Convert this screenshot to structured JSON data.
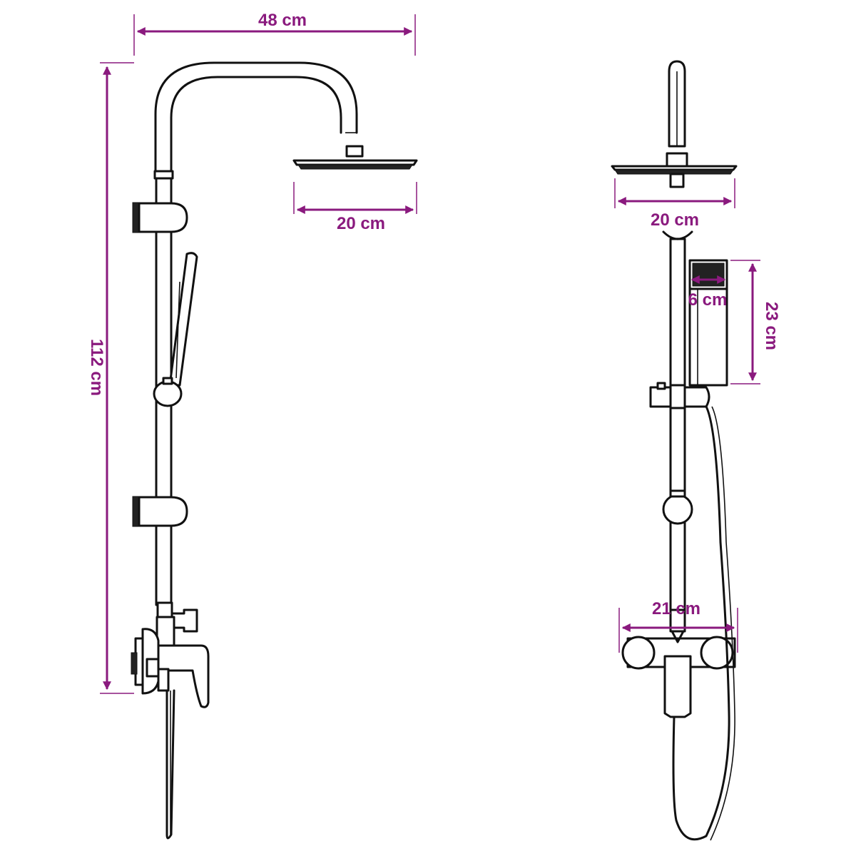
{
  "colors": {
    "dimension": "#8a1a7e",
    "line": "#111111",
    "background": "#ffffff"
  },
  "front_view": {
    "width_label": "48 cm",
    "height_label": "112 cm",
    "head_width_label": "20 cm"
  },
  "side_view": {
    "head_width_label": "20 cm",
    "handheld_width_label": "6 cm",
    "handheld_length_label": "23 cm",
    "mixer_width_label": "21 cm"
  }
}
